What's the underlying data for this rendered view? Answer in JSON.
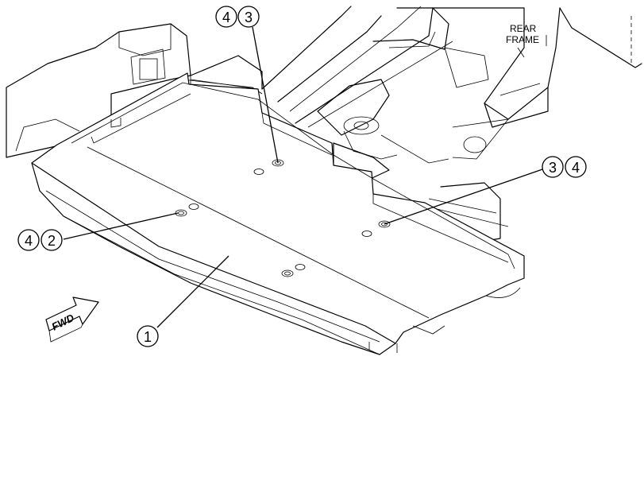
{
  "diagram": {
    "frame_label_line1": "REAR",
    "frame_label_line2": "FRAME",
    "fwd_label": "FWD",
    "callouts": [
      {
        "id": "1",
        "digits": [
          "1"
        ]
      },
      {
        "id": "4-2",
        "digits": [
          "4",
          "2"
        ]
      },
      {
        "id": "4-3",
        "digits": [
          "4",
          "3"
        ]
      },
      {
        "id": "3-4",
        "digits": [
          "3",
          "4"
        ]
      }
    ]
  }
}
